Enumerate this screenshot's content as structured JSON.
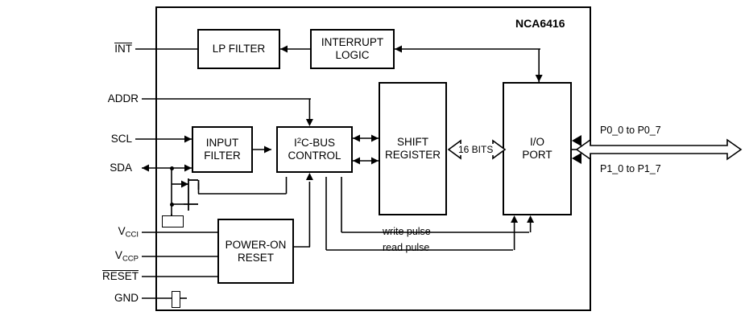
{
  "diagram": {
    "title": "NCA6416",
    "type": "block-diagram",
    "blocks": [
      {
        "id": "lp_filter",
        "label": "LP FILTER"
      },
      {
        "id": "interrupt",
        "label_line1": "INTERRUPT",
        "label_line2": "LOGIC"
      },
      {
        "id": "input_filter",
        "label_line1": "INPUT",
        "label_line2": "FILTER"
      },
      {
        "id": "i2c_control",
        "label_pre": "I",
        "label_sup": "2",
        "label_post": "C-BUS",
        "label_line2": "CONTROL"
      },
      {
        "id": "shift_reg",
        "label_line1": "SHIFT",
        "label_line2": "REGISTER"
      },
      {
        "id": "io_port",
        "label_line1": "I/O",
        "label_line2": "PORT"
      },
      {
        "id": "por",
        "label_line1": "POWER-ON",
        "label_line2": "RESET"
      }
    ],
    "pins": [
      {
        "id": "int",
        "label": "INT",
        "overline": true
      },
      {
        "id": "addr",
        "label": "ADDR",
        "overline": false
      },
      {
        "id": "scl",
        "label": "SCL",
        "overline": false
      },
      {
        "id": "sda",
        "label": "SDA",
        "overline": false
      },
      {
        "id": "vcci",
        "label": "V",
        "subscript": "CCI",
        "overline": false
      },
      {
        "id": "vccp",
        "label": "V",
        "subscript": "CCP",
        "overline": false
      },
      {
        "id": "reset",
        "label": "RESET",
        "overline": true
      },
      {
        "id": "gnd",
        "label": "GND",
        "overline": false
      }
    ],
    "bus_labels": [
      {
        "id": "bus16",
        "label": "16 BITS"
      },
      {
        "id": "port0",
        "label": "P0_0 to P0_7"
      },
      {
        "id": "port1",
        "label": "P1_0 to P1_7"
      }
    ],
    "signal_labels": [
      {
        "id": "write_pulse",
        "label": "write pulse"
      },
      {
        "id": "read_pulse",
        "label": "read pulse"
      }
    ],
    "colors": {
      "line": "#000000",
      "background": "#ffffff",
      "text": "#000000"
    }
  }
}
